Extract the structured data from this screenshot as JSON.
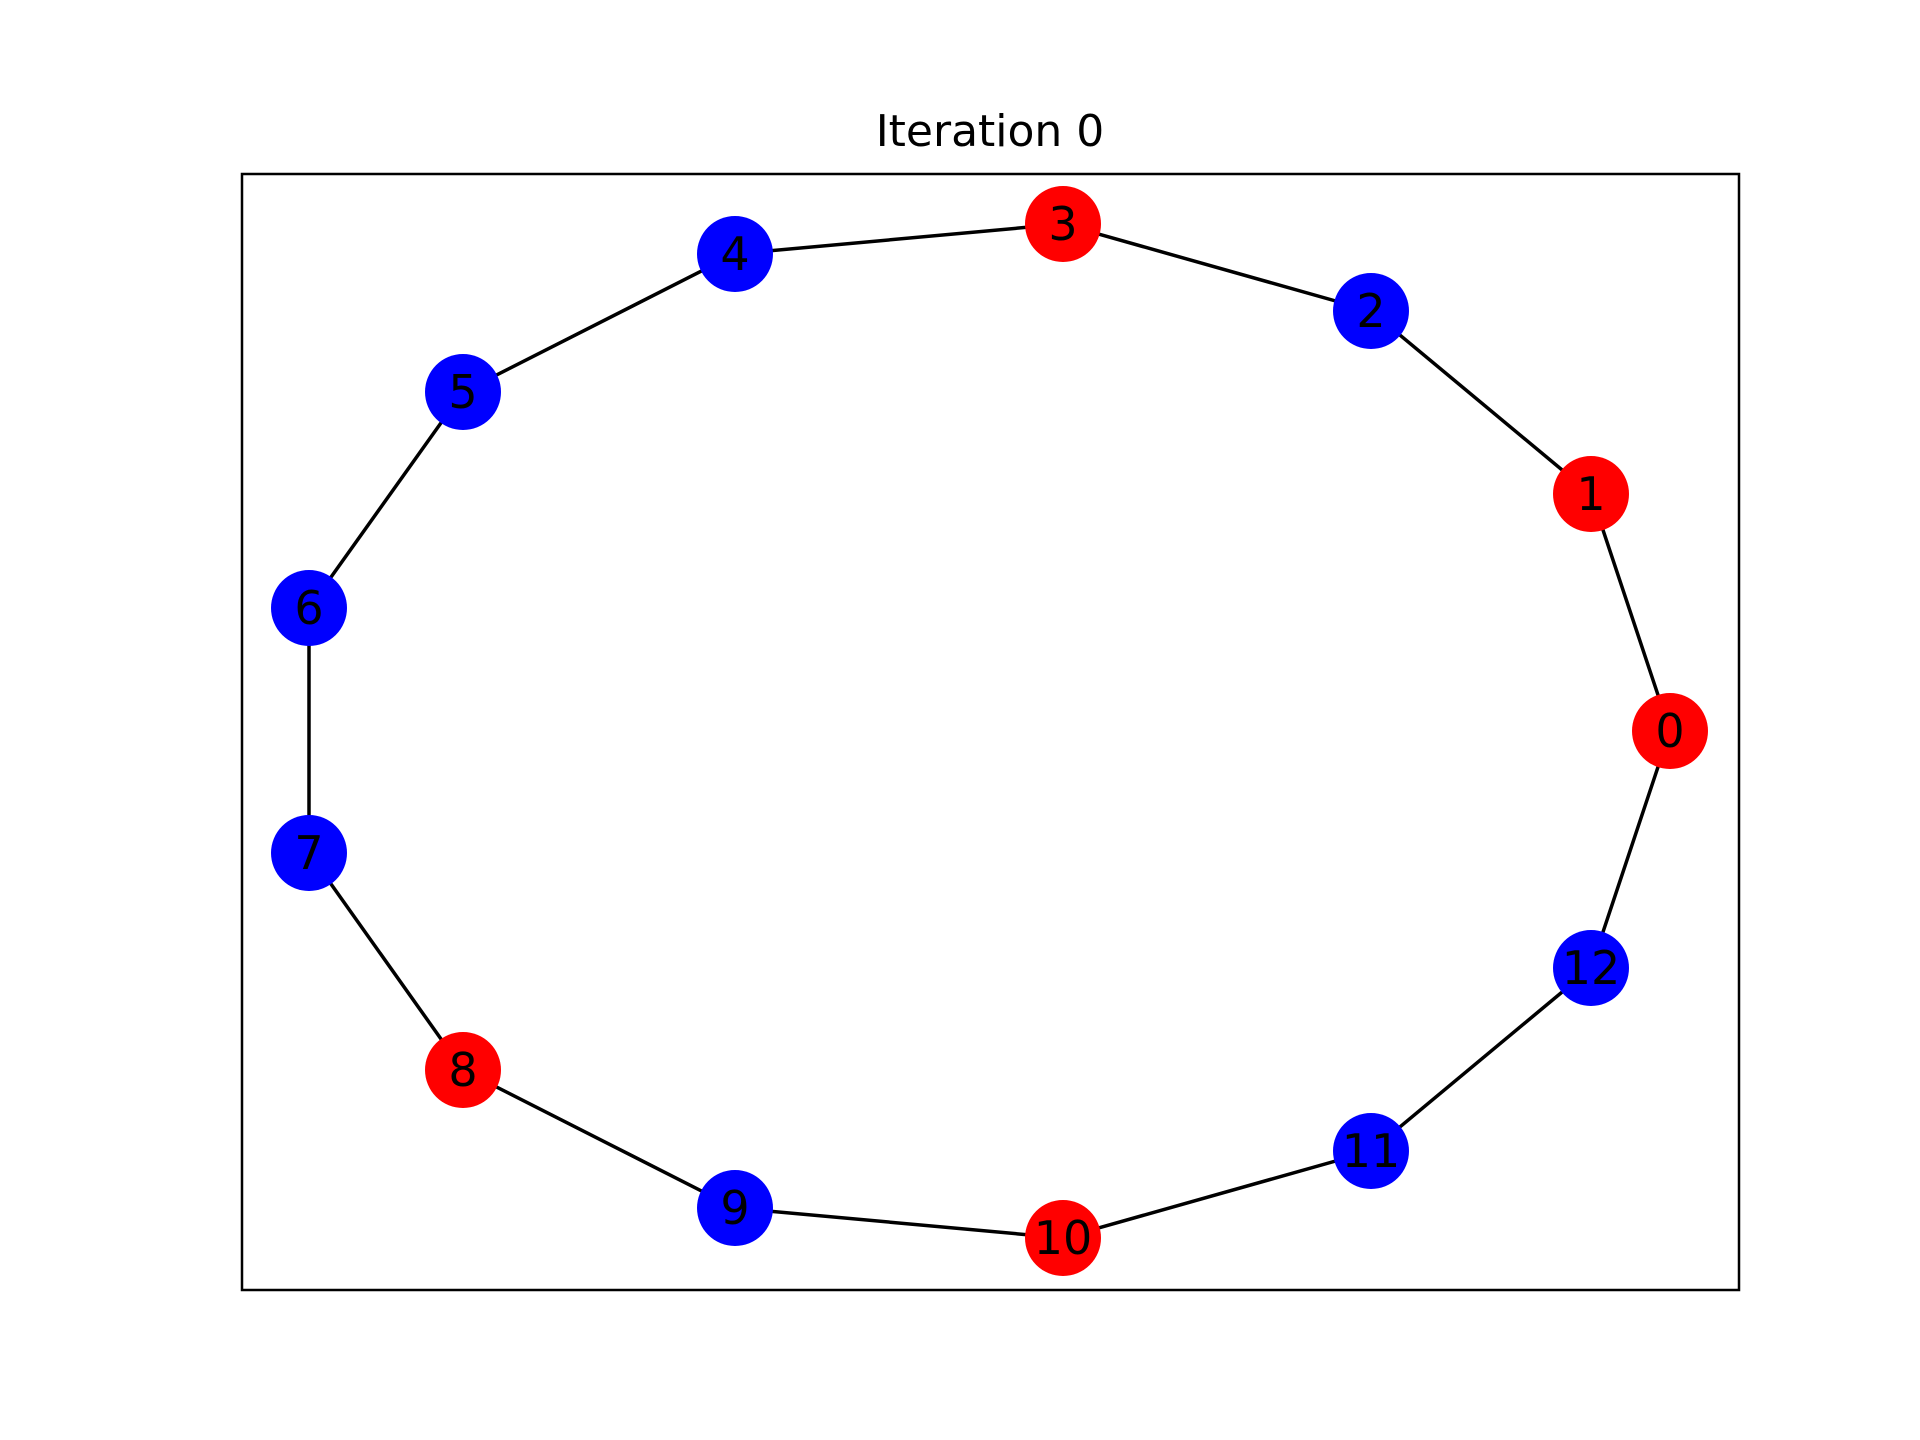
{
  "title": "Iteration 0",
  "colors": {
    "red": "#ff0000",
    "blue": "#0000ff",
    "edge": "#000000",
    "label": "#000000",
    "background": "#ffffff"
  },
  "nodes": [
    {
      "id": "0",
      "label": "0",
      "color": "red"
    },
    {
      "id": "1",
      "label": "1",
      "color": "red"
    },
    {
      "id": "2",
      "label": "2",
      "color": "blue"
    },
    {
      "id": "3",
      "label": "3",
      "color": "red"
    },
    {
      "id": "4",
      "label": "4",
      "color": "blue"
    },
    {
      "id": "5",
      "label": "5",
      "color": "blue"
    },
    {
      "id": "6",
      "label": "6",
      "color": "blue"
    },
    {
      "id": "7",
      "label": "7",
      "color": "blue"
    },
    {
      "id": "8",
      "label": "8",
      "color": "red"
    },
    {
      "id": "9",
      "label": "9",
      "color": "blue"
    },
    {
      "id": "10",
      "label": "10",
      "color": "red"
    },
    {
      "id": "11",
      "label": "11",
      "color": "blue"
    },
    {
      "id": "12",
      "label": "12",
      "color": "blue"
    }
  ],
  "edges": [
    [
      "0",
      "1"
    ],
    [
      "1",
      "2"
    ],
    [
      "2",
      "3"
    ],
    [
      "3",
      "4"
    ],
    [
      "4",
      "5"
    ],
    [
      "5",
      "6"
    ],
    [
      "6",
      "7"
    ],
    [
      "7",
      "8"
    ],
    [
      "8",
      "9"
    ],
    [
      "9",
      "10"
    ],
    [
      "10",
      "11"
    ],
    [
      "11",
      "12"
    ],
    [
      "12",
      "0"
    ]
  ]
}
